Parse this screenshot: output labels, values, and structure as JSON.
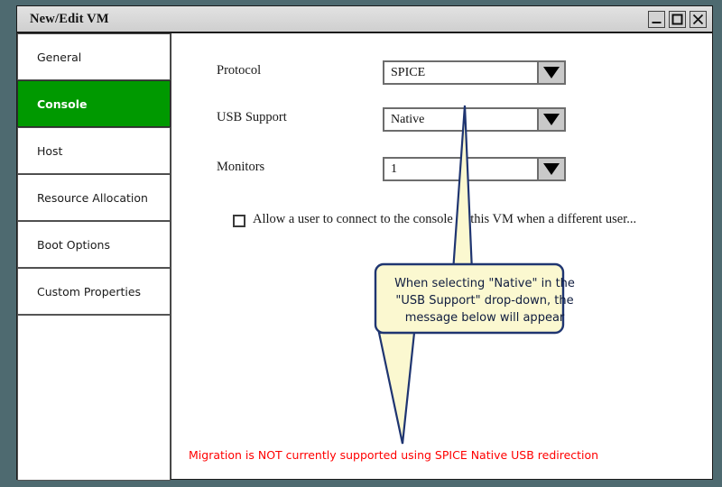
{
  "window": {
    "title": "New/Edit VM",
    "controls": [
      {
        "name": "minimize-button",
        "icon": "minimize-icon"
      },
      {
        "name": "maximize-button",
        "icon": "maximize-icon"
      },
      {
        "name": "close-button",
        "icon": "close-icon"
      }
    ]
  },
  "colors": {
    "desktop_background": "#4e6a70",
    "titlebar": "#d6d6d6",
    "selected_item": "#009900",
    "callout_fill": "#fbf8d0",
    "callout_border": "#1f3571",
    "warning_text": "#ff0000"
  },
  "sidebar": {
    "items": [
      {
        "label": "General",
        "selected": false
      },
      {
        "label": "Console",
        "selected": true
      },
      {
        "label": "Host",
        "selected": false
      },
      {
        "label": "Resource Allocation",
        "selected": false
      },
      {
        "label": "Boot Options",
        "selected": false
      },
      {
        "label": "Custom Properties",
        "selected": false
      }
    ]
  },
  "form": {
    "rows": [
      {
        "label": "Protocol",
        "value": "SPICE",
        "name": "protocol"
      },
      {
        "label": "USB Support",
        "value": "Native",
        "name": "usb-support"
      },
      {
        "label": "Monitors",
        "value": "1",
        "name": "monitors"
      }
    ],
    "checkbox": {
      "label": "Allow a user to connect to the console of this VM when a different user...",
      "checked": false
    }
  },
  "annotation": {
    "callout_text": "When selecting \"Native\" in the\n\"USB Support\" drop-down, the\nmessage below will appear"
  },
  "warning": {
    "text": "Migration is NOT currently supported using SPICE Native USB redirection"
  }
}
